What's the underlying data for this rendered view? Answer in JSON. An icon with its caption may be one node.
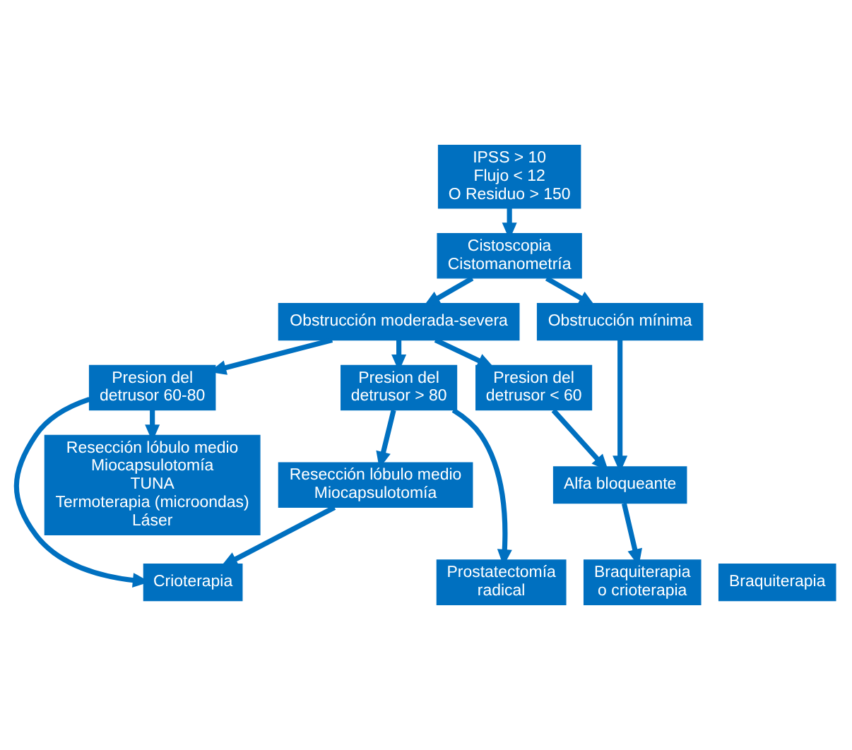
{
  "diagram": {
    "nodes": [
      {
        "text": [
          "IPSS > 10 Flujo < 12 O Residuo > 150"
        ]
      },
      {
        "text": [
          "Cistoscopia Cistomanometría"
        ]
      },
      {
        "text": [
          "Obstrucción moderada-severa"
        ]
      },
      {
        "text": [
          "Obstrucción mínima"
        ]
      },
      {
        "text": [
          "Presion del detrusor > 80"
        ]
      },
      {
        "text": [
          "Presion del detrusor 60-80"
        ]
      },
      {
        "text": [
          "Presion del detrusor < 60"
        ]
      },
      {
        "text": [
          "Alfa bloqueante"
        ]
      },
      {
        "text": [
          "Resección lóbulo medio Miocapsulotomía"
        ]
      },
      {
        "text": [
          "Resección lóbulo medio Miocapsulotomía TUNA Termoterapia (microondas) Láser"
        ]
      },
      {
        "text": [
          "Prostatectomía radical"
        ]
      },
      {
        "text": [
          "Crioterapia"
        ]
      },
      {
        "text": [
          "Braquiterapia"
        ]
      },
      {
        "text": [
          "Braquiterapia o crioterapia"
        ]
      }
    ],
    "edges": [
      {
        "from": 0,
        "to": 1,
        "arrow": "to"
      },
      {
        "from": 1,
        "to": 2,
        "arrow": "to"
      },
      {
        "from": 1,
        "to": 3,
        "arrow": "to"
      },
      {
        "from": 2,
        "to": 4,
        "arrow": "to"
      },
      {
        "from": 2,
        "to": 5,
        "arrow": "to"
      },
      {
        "from": 2,
        "to": 6,
        "arrow": "to"
      },
      {
        "from": 3,
        "to": 7,
        "arrow": "to"
      },
      {
        "from": 6,
        "to": 7,
        "arrow": "to"
      },
      {
        "from": 4,
        "to": 8,
        "arrow": "to"
      },
      {
        "from": 4,
        "to": 10,
        "arrow": "to"
      },
      {
        "from": 5,
        "to": 9,
        "arrow": "to"
      },
      {
        "from": 5,
        "to": 11,
        "arrow": "to"
      },
      {
        "from": 8,
        "to": 11,
        "arrow": "to"
      },
      {
        "from": 7,
        "to": 13,
        "arrow": "to"
      }
    ]
  }
}
